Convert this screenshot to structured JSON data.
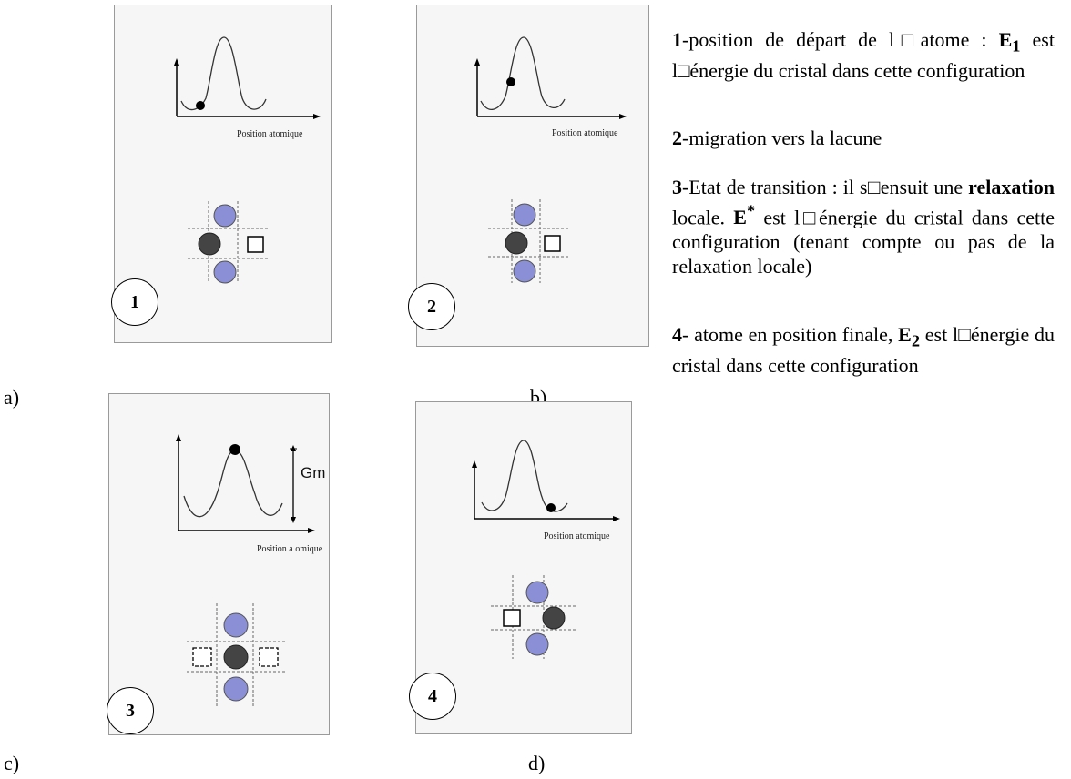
{
  "panels": [
    {
      "badge": "1",
      "sublabel": "a)",
      "xaxis_label": "Position atomique"
    },
    {
      "badge": "2",
      "sublabel": "b)",
      "xaxis_label": "Position atomique"
    },
    {
      "badge": "3",
      "sublabel": "c)",
      "xaxis_label": "Position a omique",
      "energy_label": "Gm"
    },
    {
      "badge": "4",
      "sublabel": "d)",
      "xaxis_label": "Position atomique"
    }
  ],
  "colors": {
    "panel_bg": "#f6f6f6",
    "atom_blue": "#8a8fd6",
    "atom_dark": "#444444",
    "vacancy": "#ffffff"
  },
  "descriptions": {
    "d1": {
      "num": "1",
      "text1": "-position de départ de l□atome : ",
      "e1": "E",
      "e1_sub": "1",
      "text2": " est l□énergie du cristal dans cette configuration"
    },
    "d2": {
      "num": "2",
      "text1": "-migration vers la lacune"
    },
    "d3": {
      "num": "3",
      "text1": "-Etat de transition : il s□ensuit une ",
      "bold_word": "relaxation",
      "text2": " locale. ",
      "estar": "E",
      "estar_sup": "*",
      "text3": " est l□énergie du cristal dans cette configuration (tenant compte ou pas de la relaxation locale)"
    },
    "d4": {
      "num": "4",
      "text1": "- atome en position finale, ",
      "e2": "E",
      "e2_sub": "2",
      "text2": " est l□énergie du cristal dans cette configuration"
    }
  }
}
